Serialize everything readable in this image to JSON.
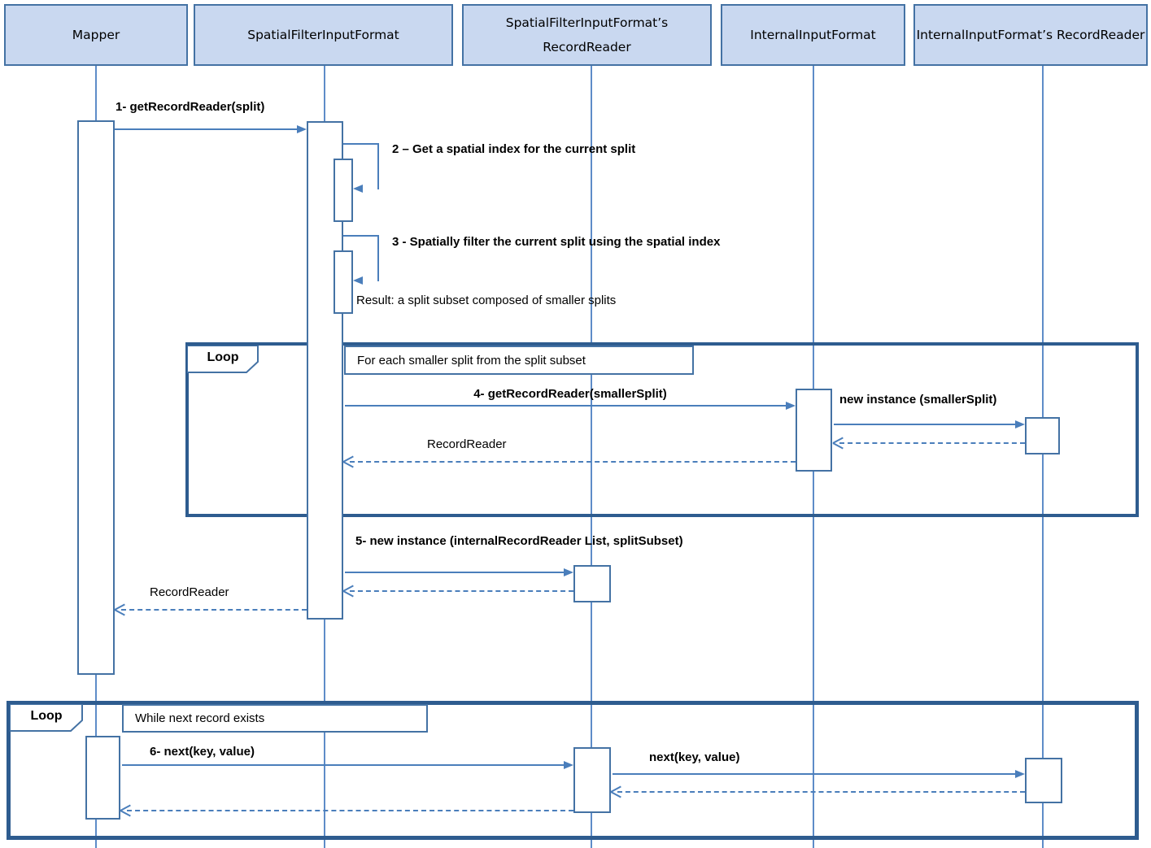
{
  "lifelines": [
    {
      "label": "Mapper"
    },
    {
      "label": "SpatialFilterInputFormat"
    },
    {
      "label": "SpatialFilterInputFormat’s RecordReader"
    },
    {
      "label": "InternalInputFormat"
    },
    {
      "label": "InternalInputFormat’s RecordReader"
    }
  ],
  "messages": {
    "m1": "1- getRecordReader(split)",
    "m2": "2 – Get a spatial index for the current split",
    "m3": "3 - Spatially filter the current split using the spatial index",
    "m3_result": "Result: a split subset composed of smaller splits",
    "m4": "4- getRecordReader(smallerSplit)",
    "m4_new_instance": "new instance (smallerSplit)",
    "m4_return": "RecordReader",
    "m5": "5- new instance (internalRecordReader List, splitSubset)",
    "m5_return": "RecordReader",
    "m6": "6- next(key, value)",
    "m6_forward": "next(key, value)"
  },
  "loops": [
    {
      "label": "Loop",
      "condition": "For each smaller split from the split subset"
    },
    {
      "label": "Loop",
      "condition": "While next record exists"
    }
  ],
  "colors": {
    "header_fill": "#c9d8f0",
    "header_border": "#4472a4",
    "lifeline": "#5e8cc8",
    "arrow": "#4a7ebb",
    "frame": "#2e5c8f",
    "text": "#000000"
  }
}
